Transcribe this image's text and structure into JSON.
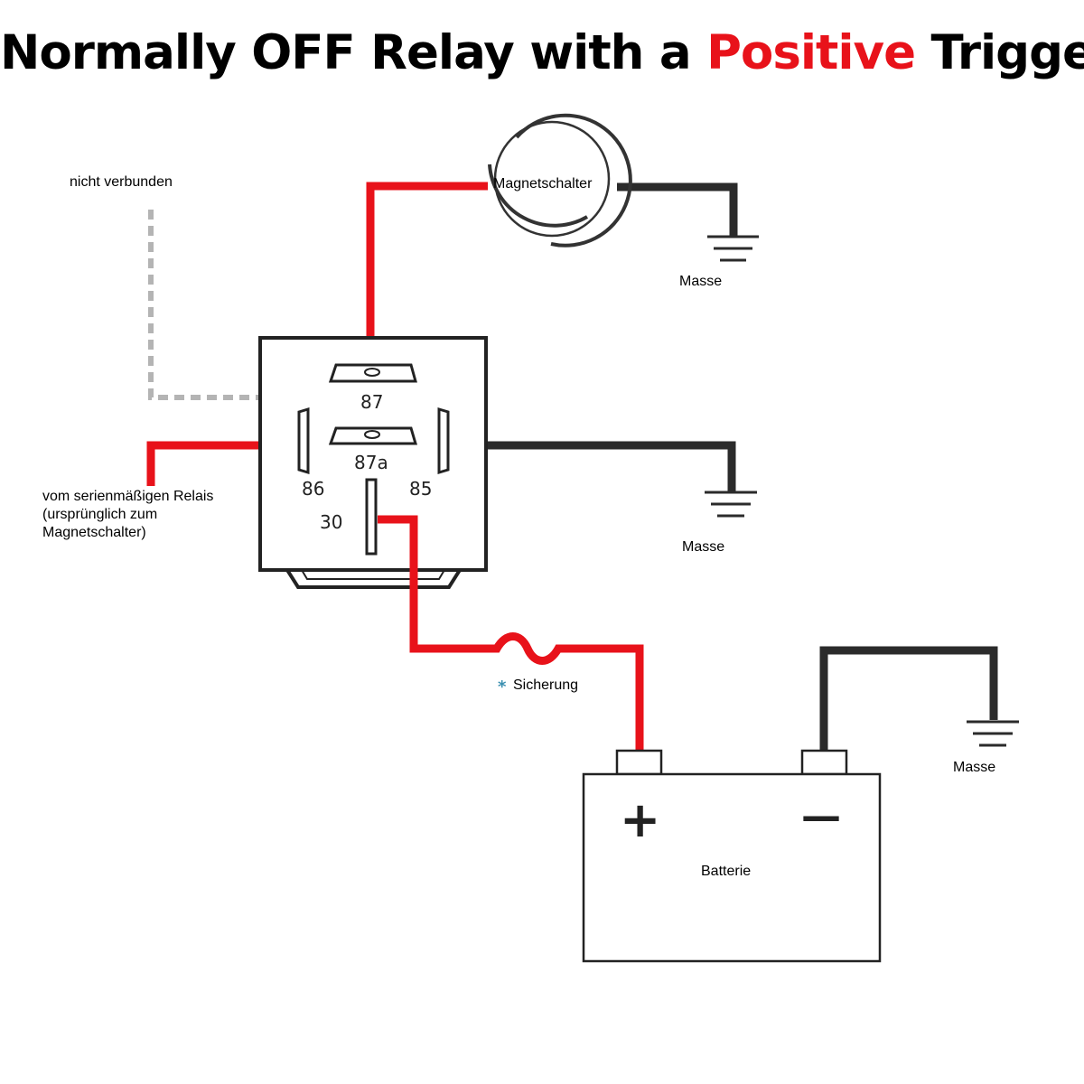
{
  "title": {
    "part1": "Normally OFF Relay with a ",
    "highlight": "Positive",
    "part2": " Trigger",
    "highlight_color": "#e8121a"
  },
  "labels": {
    "not_connected": "nicht verbunden",
    "solenoid": "Magnetschalter",
    "ground_1": "Masse",
    "ground_2": "Masse",
    "ground_3": "Masse",
    "from_relay_line1": "vom serienmäßigen Relais",
    "from_relay_line2": "(ursprünglich zum",
    "from_relay_line3": "Magnetschalter)",
    "fuse": "Sicherung",
    "battery": "Batterie"
  },
  "relay_pins": {
    "pin_87": "87",
    "pin_87a": "87a",
    "pin_86": "86",
    "pin_85": "85",
    "pin_30": "30"
  },
  "battery_terminals": {
    "positive": "+",
    "negative": "—"
  },
  "colors": {
    "positive_wire": "#e8121a",
    "ground_wire": "#2b2b2b",
    "unused_wire": "#b4b4b4",
    "outline": "#222222"
  }
}
